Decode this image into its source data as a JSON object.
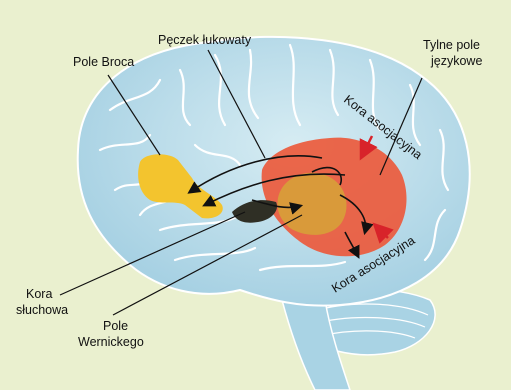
{
  "labels": {
    "broca": "Pole Broca",
    "fasciculus": "Pęczek łukowaty",
    "posterior_line1": "Tylne pole",
    "posterior_line2": "językowe",
    "assoc_upper": "Kora asocjacyjna",
    "assoc_lower": "Kora asocjacyjna",
    "auditory_line1": "Kora",
    "auditory_line2": "słuchowa",
    "wernicke_line1": "Pole",
    "wernicke_line2": "Wernickego"
  },
  "colors": {
    "background": "#eaf0cf",
    "brain": "#b9dcea",
    "sulcus": "#ffffff",
    "broca_area": "#f3c42e",
    "wernicke_area": "#d99a3a",
    "association_cortex": "#ec5a3c",
    "auditory_cortex": "#2f2f25",
    "arrow_black": "#111111",
    "arrow_red": "#d8232a"
  }
}
